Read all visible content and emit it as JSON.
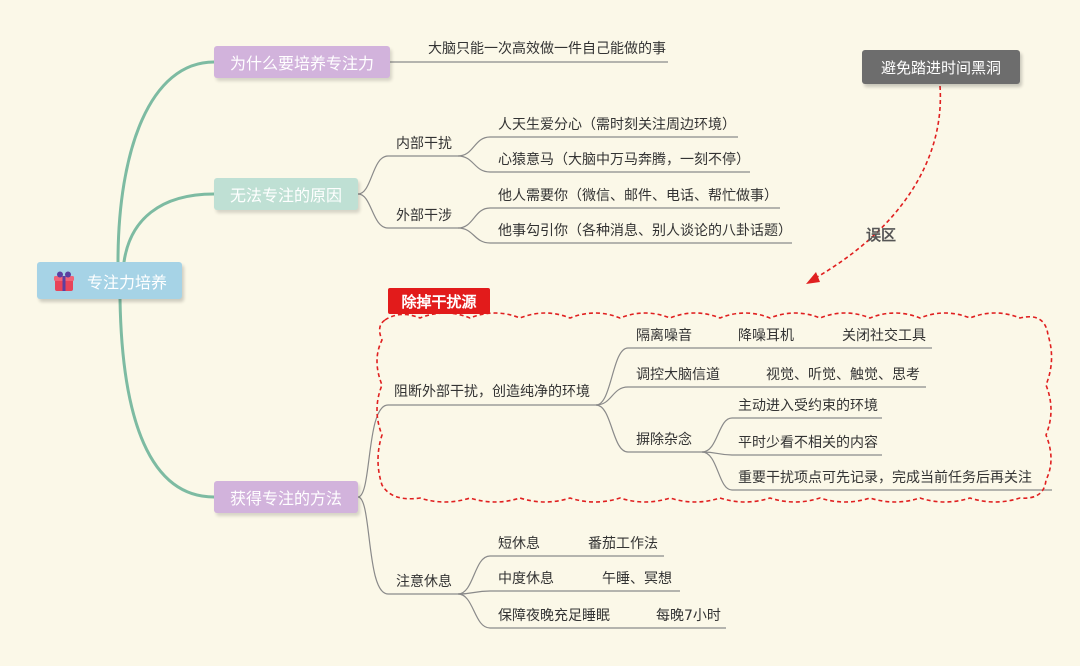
{
  "root": {
    "label": "专注力培养",
    "icon": "gift-icon"
  },
  "branches": {
    "why": {
      "label": "为什么要培养专注力",
      "detail": "大脑只能一次高效做一件自己能做的事"
    },
    "cannot": {
      "label": "无法专注的原因",
      "internal": {
        "label": "内部干扰",
        "items": [
          "人天生爱分心（需时刻关注周边环境）",
          "心猿意马（大脑中万马奔腾，一刻不停）"
        ]
      },
      "external": {
        "label": "外部干涉",
        "items": [
          "他人需要你（微信、邮件、电话、帮忙做事）",
          "他事勾引你（各种消息、别人谈论的八卦话题）"
        ]
      }
    },
    "methods": {
      "label": "获得专注的方法",
      "block": {
        "label": "阻断外部干扰，创造纯净的环境",
        "noise": {
          "label": "隔离噪音",
          "a": "降噪耳机",
          "b": "关闭社交工具"
        },
        "channel": {
          "label": "调控大脑信道",
          "value": "视觉、听觉、触觉、思考"
        },
        "clutter": {
          "label": "摒除杂念",
          "items": [
            "主动进入受约束的环境",
            "平时少看不相关的内容",
            "重要干扰项点可先记录，完成当前任务后再关注"
          ]
        }
      },
      "rest": {
        "label": "注意休息",
        "short": {
          "label": "短休息",
          "value": "番茄工作法"
        },
        "medium": {
          "label": "中度休息",
          "value": "午睡、冥想"
        },
        "sleep": {
          "label": "保障夜晚充足睡眠",
          "value": "每晚7小时"
        }
      }
    }
  },
  "callout": {
    "tag": "除掉干扰源",
    "avoid": "避免踏进时间黑洞",
    "mistake": "误区"
  },
  "colors": {
    "trunk": "#7dbba2",
    "callout": "#e02020",
    "root": "#a6d3e6",
    "purple": "#d2b3dc",
    "green": "#bfe0d4"
  }
}
